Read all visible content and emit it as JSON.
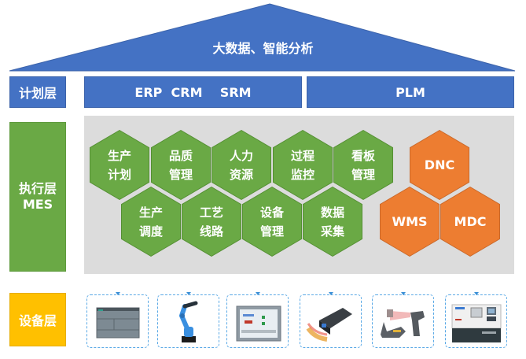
{
  "roof": {
    "title": "大数据、智能分析"
  },
  "layers": {
    "planning": {
      "label": "计划层"
    },
    "execution": {
      "label_line1": "执行层",
      "label_line2": "MES"
    },
    "equipment": {
      "label": "设备层"
    }
  },
  "planning_boxes": [
    {
      "label": "ERP  CRM    SRM"
    },
    {
      "label": "PLM"
    }
  ],
  "mes_modules": [
    {
      "line1": "生产",
      "line2": "计划"
    },
    {
      "line1": "品质",
      "line2": "管理"
    },
    {
      "line1": "人力",
      "line2": "资源"
    },
    {
      "line1": "过程",
      "line2": "监控"
    },
    {
      "line1": "看板",
      "line2": "管理"
    },
    {
      "line1": "生产",
      "line2": "调度"
    },
    {
      "line1": "工艺",
      "line2": "线路"
    },
    {
      "line1": "设备",
      "line2": "管理"
    },
    {
      "line1": "数据",
      "line2": "采集"
    }
  ],
  "system_modules": [
    {
      "label": "DNC"
    },
    {
      "label": "WMS"
    },
    {
      "label": "MDC"
    }
  ],
  "devices": [
    {
      "icon": "plc-icon"
    },
    {
      "icon": "robot-arm-icon"
    },
    {
      "icon": "hmi-touch-panel-icon"
    },
    {
      "icon": "rfid-reader-icon"
    },
    {
      "icon": "barcode-scanner-icon"
    },
    {
      "icon": "cnc-machine-icon"
    }
  ],
  "colors": {
    "planning_blue": "#4472c4",
    "execution_green": "#6aa945",
    "system_orange": "#ed7d31",
    "equipment_yellow": "#ffc000",
    "panel_gray": "#dcdcdc"
  }
}
